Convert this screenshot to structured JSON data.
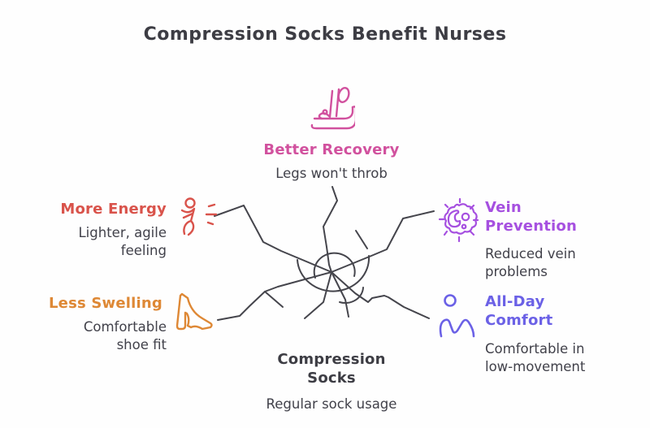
{
  "title": "Compression Socks Benefit Nurses",
  "benefits": [
    {
      "id": "better-recovery",
      "title": "Better Recovery",
      "subtitle": "Legs won't throb",
      "color": "#d1519e",
      "icon": "legs-elevated-icon",
      "position": "top-center"
    },
    {
      "id": "more-energy",
      "title": "More Energy",
      "subtitle": "Lighter, agile feeling",
      "color": "#d9534b",
      "icon": "running-person-icon",
      "position": "left-upper"
    },
    {
      "id": "less-swelling",
      "title": "Less Swelling",
      "subtitle": "Comfortable shoe fit",
      "color": "#de8835",
      "icon": "high-heel-icon",
      "position": "left-lower"
    },
    {
      "id": "vein-prevention",
      "title": "Vein Prevention",
      "subtitle": "Reduced vein problems",
      "color": "#a650e0",
      "icon": "cell-icon",
      "position": "right-upper"
    },
    {
      "id": "all-day-comfort",
      "title": "All-Day Comfort",
      "subtitle": "Comfortable in low-movement",
      "color": "#6b61e6",
      "icon": "sitting-person-icon",
      "position": "right-lower"
    }
  ],
  "center": {
    "title": "Compression Socks",
    "subtitle": "Regular sock usage",
    "hub_icon": "scribble-hub",
    "line_color": "#45454c"
  },
  "text_color": "#3e3e46"
}
